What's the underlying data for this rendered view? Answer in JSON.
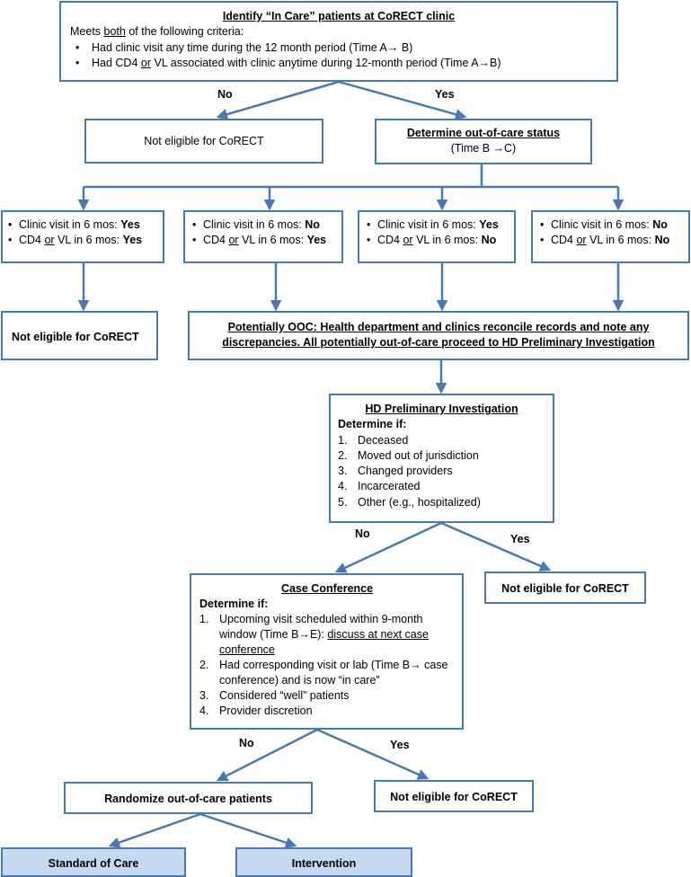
{
  "identify": {
    "title": "Identify “In Care” patients at CoRECT clinic",
    "intro_pre": "Meets ",
    "intro_u": "both",
    "intro_post": " of the following criteria:",
    "items": [
      "Had clinic visit any time during the 12 month period (Time A→ B)",
      "Had CD4 ",
      "or",
      " VL associated with clinic anytime during 12-month period (Time A→B)"
    ]
  },
  "labels": {
    "no": "No",
    "yes": "Yes"
  },
  "not_eligible_top": "Not eligible for CoRECT",
  "determine_ooc": {
    "title": "Determine out-of-care status",
    "sub": "(Time B →C)"
  },
  "status": {
    "clinic": "Clinic visit in 6 mos: ",
    "cd4_pre": "CD4 ",
    "or": "or",
    "vl_post": " VL in 6 mos: ",
    "b1": {
      "clinic": "Yes",
      "lab": "Yes"
    },
    "b2": {
      "clinic": "No",
      "lab": "Yes"
    },
    "b3": {
      "clinic": "Yes",
      "lab": "No"
    },
    "b4": {
      "clinic": "No",
      "lab": "No"
    }
  },
  "not_eligible_left": "Not eligible for CoRECT",
  "potentially_ooc": "Potentially OOC: Health department and clinics reconcile records and note any discrepancies.  All potentially out-of-care proceed to HD Preliminary Investigation",
  "hd": {
    "title": "HD Preliminary Investigation",
    "determine": "Determine if:",
    "items": [
      "1.",
      "Deceased",
      "2.",
      "Moved out of jurisdiction",
      "3.",
      "Changed providers",
      "4.",
      "Incarcerated",
      "5.",
      "Other (e.g., hospitalized)"
    ]
  },
  "not_eligible_hd": "Not eligible for CoRECT",
  "case": {
    "title": "Case Conference",
    "determine": "Determine if:",
    "i1_num": "1.",
    "i1_a": "Upcoming visit scheduled within 9-month window (Time B→E): ",
    "i1_u": "discuss at next case conference",
    "i2_num": "2.",
    "i2": "Had corresponding visit or lab (Time B→ case conference) and is now “in care”",
    "i3_num": "3.",
    "i3": "Considered “well” patients",
    "i4_num": "4.",
    "i4": "Provider discretion"
  },
  "not_eligible_case": "Not eligible for CoRECT",
  "randomize": "Randomize out-of-care patients",
  "standard": "Standard of Care",
  "intervention": "Intervention",
  "colors": {
    "border": "#4a78b0",
    "shade": "#c6d9f1",
    "arrow": "#4a78b0"
  }
}
